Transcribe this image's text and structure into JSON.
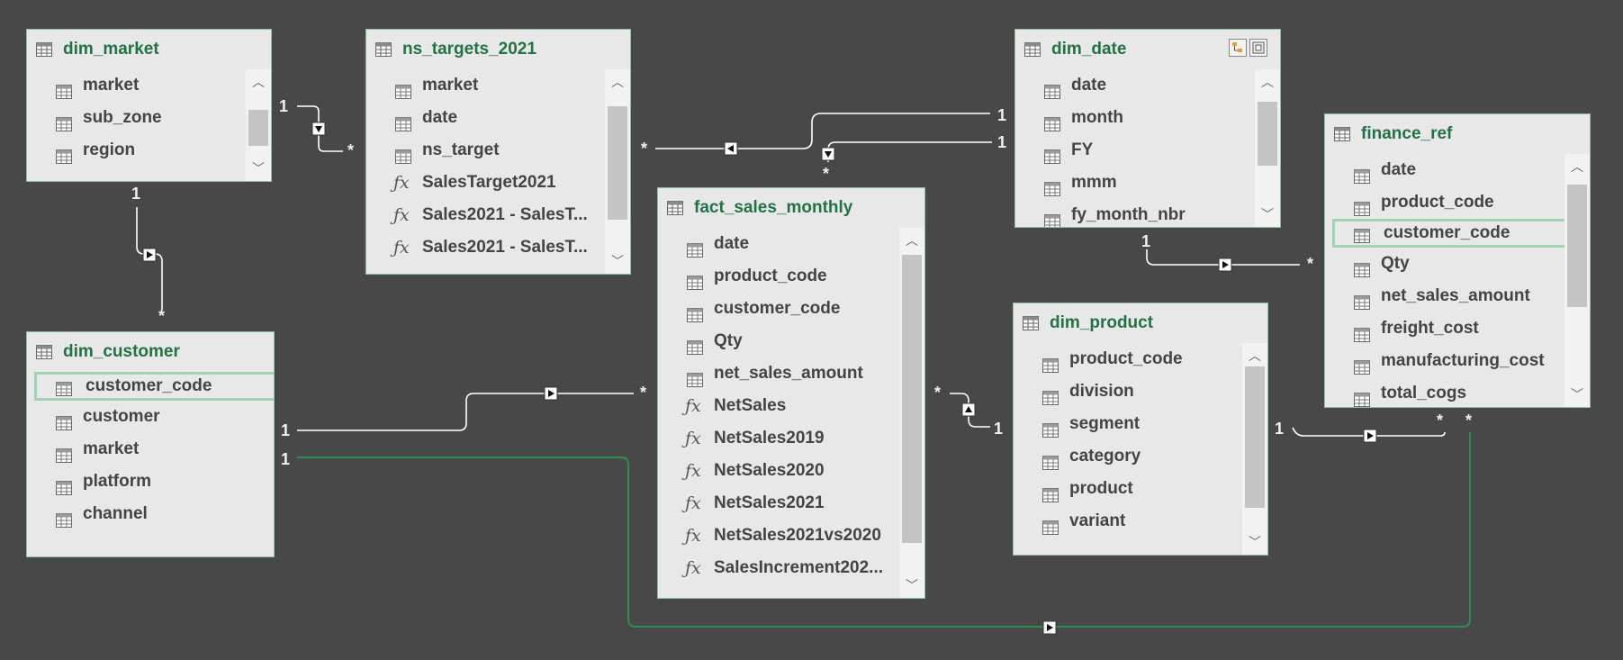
{
  "tables": [
    {
      "key": "dim_market",
      "name": "dim_market",
      "fields": [
        {
          "label": "market",
          "kind": "column"
        },
        {
          "label": "sub_zone",
          "kind": "column"
        },
        {
          "label": "region",
          "kind": "column"
        }
      ]
    },
    {
      "key": "ns_targets_2021",
      "name": "ns_targets_2021",
      "fields": [
        {
          "label": "market",
          "kind": "column"
        },
        {
          "label": "date",
          "kind": "column"
        },
        {
          "label": "ns_target",
          "kind": "column"
        },
        {
          "label": "SalesTarget2021",
          "kind": "measure"
        },
        {
          "label": "Sales2021 - SalesT...",
          "kind": "measure"
        },
        {
          "label": "Sales2021 - SalesT...",
          "kind": "measure"
        }
      ]
    },
    {
      "key": "dim_date",
      "name": "dim_date",
      "fields": [
        {
          "label": "date",
          "kind": "column"
        },
        {
          "label": "month",
          "kind": "column"
        },
        {
          "label": "FY",
          "kind": "column"
        },
        {
          "label": "mmm",
          "kind": "column"
        },
        {
          "label": "fy_month_nbr",
          "kind": "column"
        }
      ]
    },
    {
      "key": "finance_ref",
      "name": "finance_ref",
      "fields": [
        {
          "label": "date",
          "kind": "column"
        },
        {
          "label": "product_code",
          "kind": "column"
        },
        {
          "label": "customer_code",
          "kind": "column",
          "selected": true
        },
        {
          "label": "Qty",
          "kind": "column"
        },
        {
          "label": "net_sales_amount",
          "kind": "column"
        },
        {
          "label": "freight_cost",
          "kind": "column"
        },
        {
          "label": "manufacturing_cost",
          "kind": "column"
        },
        {
          "label": "total_cogs",
          "kind": "column"
        }
      ]
    },
    {
      "key": "fact_sales_monthly",
      "name": "fact_sales_monthly",
      "fields": [
        {
          "label": "date",
          "kind": "column"
        },
        {
          "label": "product_code",
          "kind": "column"
        },
        {
          "label": "customer_code",
          "kind": "column"
        },
        {
          "label": "Qty",
          "kind": "column"
        },
        {
          "label": "net_sales_amount",
          "kind": "column"
        },
        {
          "label": "NetSales",
          "kind": "measure"
        },
        {
          "label": "NetSales2019",
          "kind": "measure"
        },
        {
          "label": "NetSales2020",
          "kind": "measure"
        },
        {
          "label": "NetSales2021",
          "kind": "measure"
        },
        {
          "label": "NetSales2021vs2020",
          "kind": "measure"
        },
        {
          "label": "SalesIncrement202...",
          "kind": "measure"
        }
      ]
    },
    {
      "key": "dim_customer",
      "name": "dim_customer",
      "fields": [
        {
          "label": "customer_code",
          "kind": "column",
          "selected": true
        },
        {
          "label": "customer",
          "kind": "column"
        },
        {
          "label": "market",
          "kind": "column"
        },
        {
          "label": "platform",
          "kind": "column"
        },
        {
          "label": "channel",
          "kind": "column"
        }
      ]
    },
    {
      "key": "dim_product",
      "name": "dim_product",
      "fields": [
        {
          "label": "product_code",
          "kind": "column"
        },
        {
          "label": "division",
          "kind": "column"
        },
        {
          "label": "segment",
          "kind": "column"
        },
        {
          "label": "category",
          "kind": "column"
        },
        {
          "label": "product",
          "kind": "column"
        },
        {
          "label": "variant",
          "kind": "column"
        }
      ]
    }
  ],
  "cardinality": {
    "one": "1",
    "many": "*"
  },
  "colors": {
    "canvas": "#484848",
    "table_bg": "#e8e8e8",
    "title": "#217346",
    "line": "#ffffff",
    "active_line": "#2e8b4a"
  }
}
